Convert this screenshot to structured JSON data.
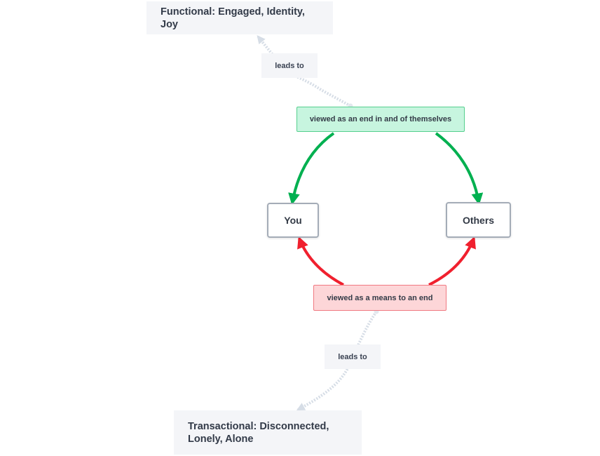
{
  "diagram": {
    "outcome_top": "Functional: Engaged, Identity, Joy",
    "outcome_bottom": "Transactional: Disconnected, Lonely, Alone",
    "link_top": "leads to",
    "link_bottom": "leads to",
    "relation_top": "viewed as an end in and of themselves",
    "relation_bottom": "viewed as a means to an end",
    "node_left": "You",
    "node_right": "Others"
  },
  "colors": {
    "good_arrow": "#00b050",
    "bad_arrow": "#f0202e",
    "link_arrow": "#d6dde6"
  }
}
